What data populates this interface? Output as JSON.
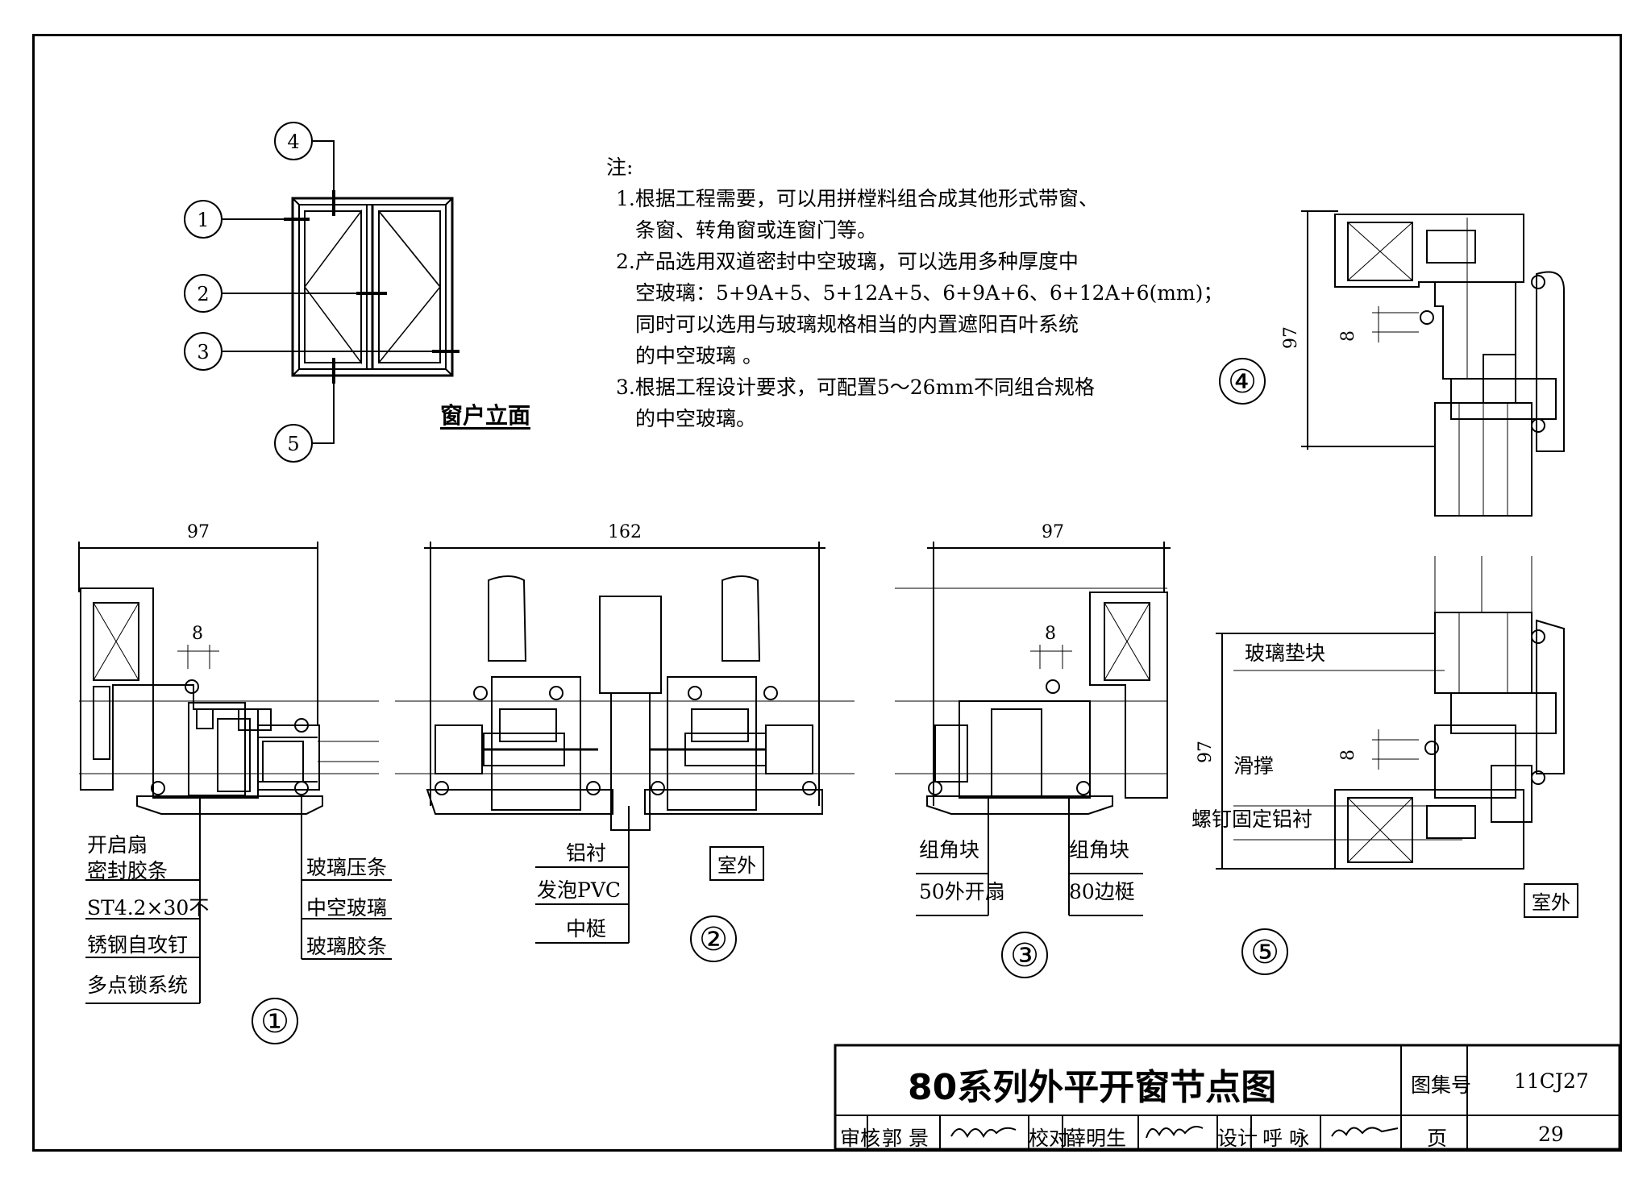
{
  "notes": {
    "heading": "注:",
    "lines": [
      "1.根据工程需要，可以用拼樘料组合成其他形式带窗、",
      "条窗、转角窗或连窗门等。",
      "2.产品选用双道密封中空玻璃，可以选用多种厚度中",
      "空玻璃：5+9A+5、5+12A+5、6+9A+6、6+12A+6(mm)；",
      "同时可以选用与玻璃规格相当的内置遮阳百叶系统",
      "的中空玻璃 。",
      "3.根据工程设计要求，可配置5～26mm不同组合规格",
      "的中空玻璃。"
    ]
  },
  "elevation": {
    "caption": "窗户立面",
    "bubbles": [
      "4",
      "1",
      "2",
      "3",
      "5"
    ]
  },
  "detail1": {
    "number": "①",
    "dim_width": "97",
    "dim_gap": "8",
    "labels": [
      "开启扇",
      "密封胶条",
      "ST4.2×30不",
      "锈钢自攻钉",
      "多点锁系统",
      "玻璃压条",
      "中空玻璃",
      "玻璃胶条"
    ]
  },
  "detail2": {
    "number": "②",
    "dim_width": "162",
    "labels": [
      "铝衬",
      "发泡PVC",
      "中梃"
    ],
    "outside": "室外"
  },
  "detail3": {
    "number": "③",
    "dim_width": "97",
    "dim_gap": "8",
    "labels": [
      "组角块",
      "50外开扇",
      "组角块",
      "80边梃"
    ]
  },
  "detail4": {
    "number": "④",
    "dim_height": "97",
    "dim_gap": "8"
  },
  "detail5": {
    "number": "⑤",
    "dim_height": "97",
    "dim_gap": "8",
    "labels": [
      "玻璃垫块",
      "滑撑",
      "螺钉固定铝衬"
    ],
    "outside": "室外"
  },
  "titleblock": {
    "title": "80系列外平开窗节点图",
    "atlas_label": "图集号",
    "atlas_no": "11CJ27",
    "review_label": "审核",
    "reviewer": "郭 景",
    "check_label": "校对",
    "checker": "薛明生",
    "design_label": "设计",
    "designer": "呼 咏",
    "page_label": "页",
    "page_no": "29"
  }
}
